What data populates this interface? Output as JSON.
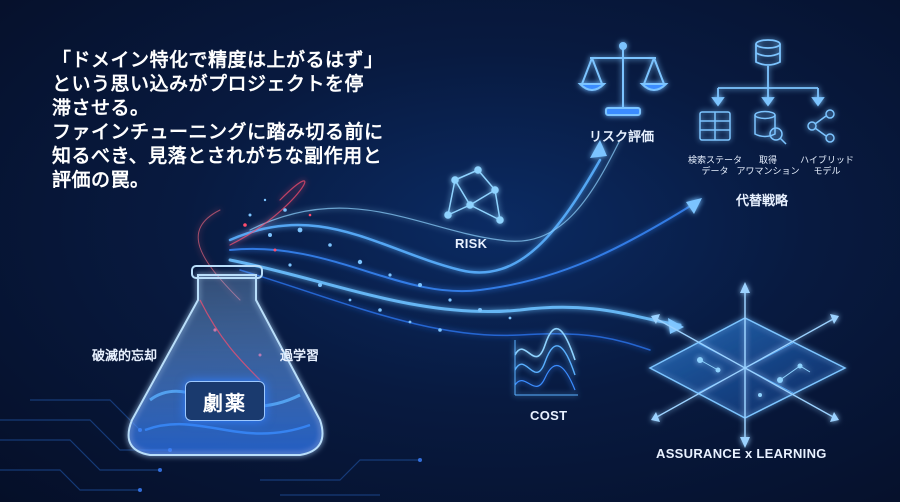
{
  "headline": {
    "lines": [
      "「ドメイン特化で精度は上がるはず」",
      "という思い込みがプロジェクトを停",
      "滞させる。",
      "ファインチューニングに踏み切る前に",
      "知るべき、見落とされがちな副作用と",
      "評価の罠。"
    ]
  },
  "flask": {
    "label": "劇薬",
    "left_label": "破滅的忘却",
    "right_label": "過学習"
  },
  "nodes": {
    "risk": "RISK",
    "cost": "COST",
    "risk_eval": "リスク評価",
    "alt_strategy": "代替戦略",
    "assurance": "ASSURANCE x LEARNING"
  },
  "alt_items": [
    {
      "line1": "検索ステータ",
      "line2": "データ"
    },
    {
      "line1": "取得",
      "line2": "アワマンション"
    },
    {
      "line1": "ハイブリッド",
      "line2": "モデル"
    }
  ],
  "colors": {
    "accent": "#4aa8ff",
    "glow": "#7cc4ff",
    "spark": "#ff4d6d"
  },
  "icons": {
    "headline_icon": "none",
    "risk": "network-icon",
    "cost": "wave-chart-icon",
    "risk_eval": "scale-icon",
    "alt_strategy": "database-tree-icon",
    "assurance": "grid-plane-icon"
  }
}
